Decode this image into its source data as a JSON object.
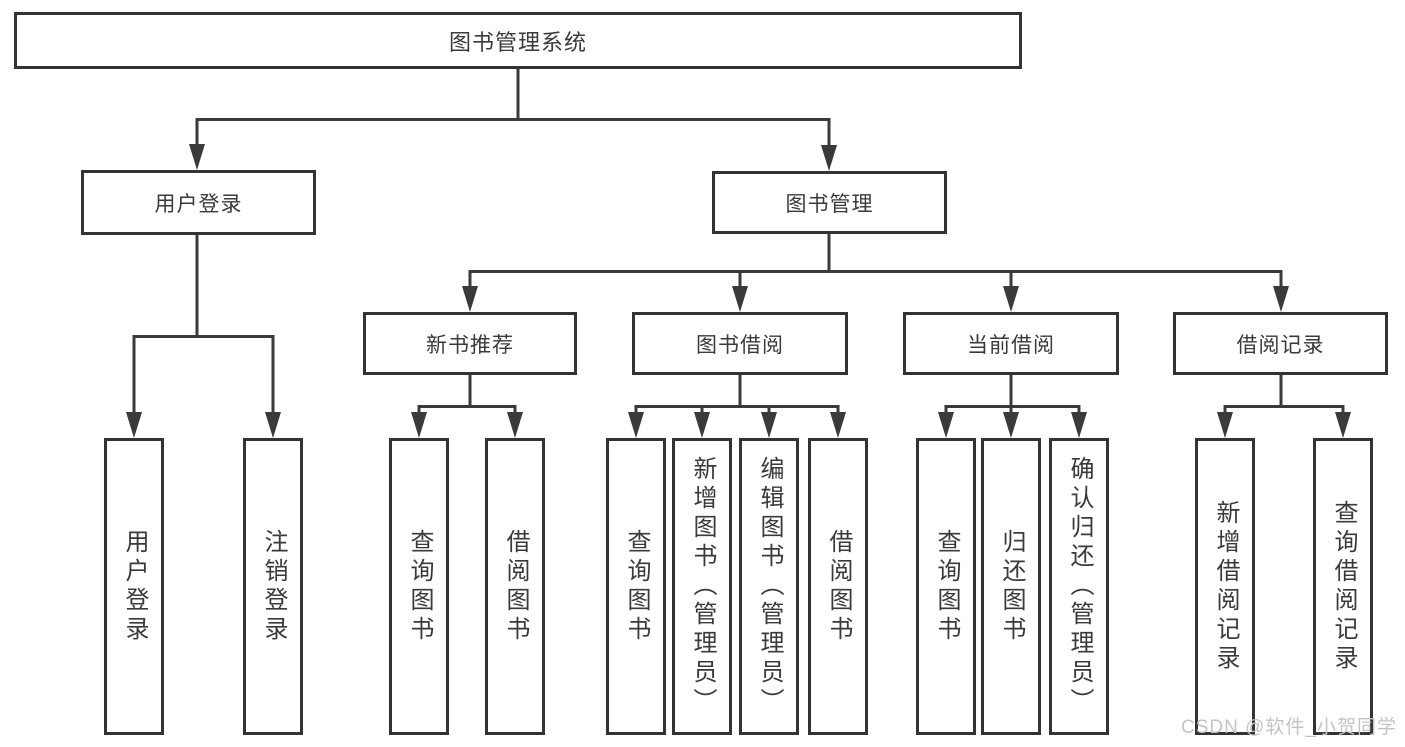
{
  "diagram": {
    "root": {
      "label": "图书管理系统"
    },
    "login_branch": {
      "label": "用户登录",
      "leaves": [
        {
          "label": "用户登录"
        },
        {
          "label": "注销登录"
        }
      ]
    },
    "management_branch": {
      "label": "图书管理",
      "groups": [
        {
          "label": "新书推荐",
          "leaves": [
            {
              "label": "查询图书"
            },
            {
              "label": "借阅图书"
            }
          ]
        },
        {
          "label": "图书借阅",
          "leaves": [
            {
              "label": "查询图书"
            },
            {
              "label": "新增图书（管理员）"
            },
            {
              "label": "编辑图书（管理员）"
            },
            {
              "label": "借阅图书"
            }
          ]
        },
        {
          "label": "当前借阅",
          "leaves": [
            {
              "label": "查询图书"
            },
            {
              "label": "归还图书"
            },
            {
              "label": "确认归还（管理员）"
            }
          ]
        },
        {
          "label": "借阅记录",
          "leaves": [
            {
              "label": "新增借阅记录"
            },
            {
              "label": "查询借阅记录"
            }
          ]
        }
      ]
    }
  },
  "watermark": {
    "text": "CSDN @软件_小贺同学"
  },
  "colors": {
    "line": "#3a3a3a",
    "border": "#333333",
    "text": "#3a3a3a",
    "watermark": "#c4c4c4",
    "background": "#ffffff"
  }
}
